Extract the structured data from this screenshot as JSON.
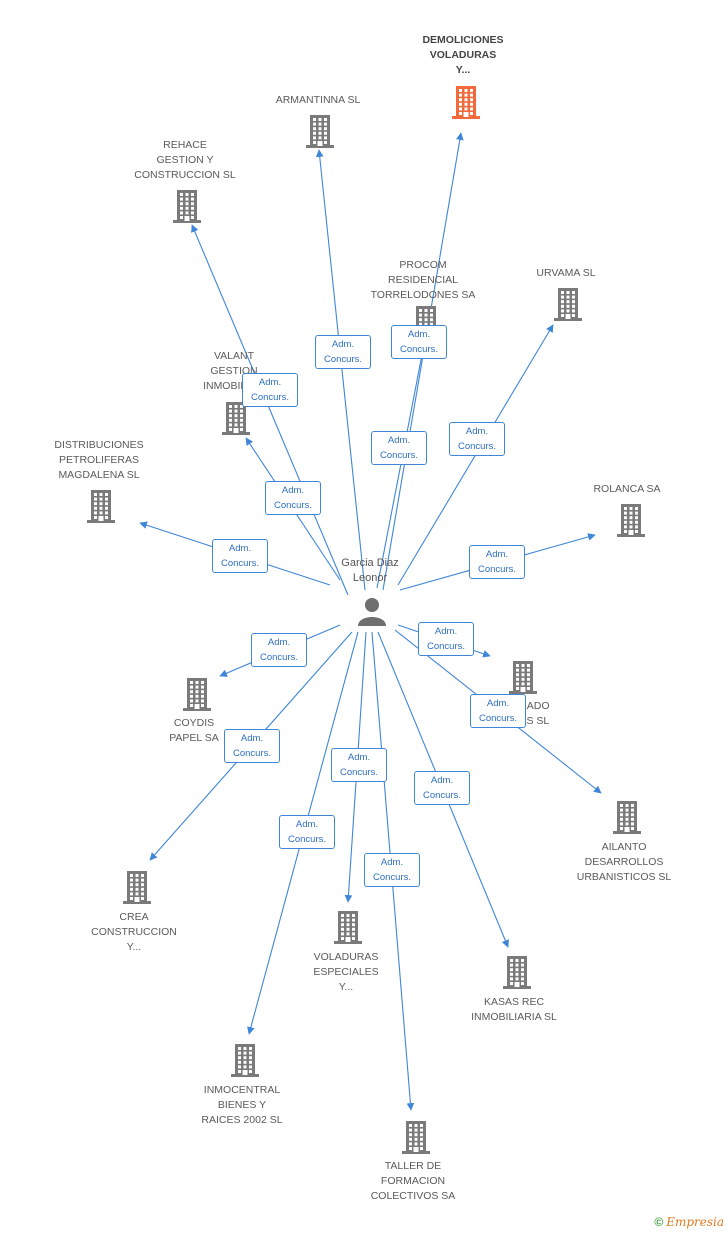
{
  "colors": {
    "edge": "#3f86d8",
    "node": "#7a7a7a",
    "highlight": "#f26a3c"
  },
  "center": {
    "name": "Garcia Diaz\nLeonor",
    "icon": "person-icon"
  },
  "edge_label": "Adm.\nConcurs.",
  "companies": [
    {
      "id": "demoliciones",
      "name": "DEMOLICIONES\nVOLADURAS\nY...",
      "highlight": true
    },
    {
      "id": "armantinna",
      "name": "ARMANTINNA SL"
    },
    {
      "id": "rehace",
      "name": "REHACE\nGESTION Y\nCONSTRUCCION SL"
    },
    {
      "id": "procom",
      "name": "PROCOM\nRESIDENCIAL\nTORRELODONES SA"
    },
    {
      "id": "urvama",
      "name": "URVAMA SL"
    },
    {
      "id": "valant",
      "name": "VALANT\nGESTION\nINMOBILIA..."
    },
    {
      "id": "distribuciones",
      "name": "DISTRIBUCIONES\nPETROLIFERAS\nMAGDALENA SL"
    },
    {
      "id": "rolanca",
      "name": "ROLANCA SA"
    },
    {
      "id": "coydis",
      "name": "COYDIS\nPAPEL SA"
    },
    {
      "id": "dorado",
      "name": "...RADO\n...AS SL"
    },
    {
      "id": "ailanto",
      "name": "AILANTO\nDESARROLLOS\nURBANISTICOS SL"
    },
    {
      "id": "crea",
      "name": "CREA\nCONSTRUCCION\nY..."
    },
    {
      "id": "voladuras",
      "name": "VOLADURAS\nESPECIALES\nY..."
    },
    {
      "id": "kasas",
      "name": "KASAS REC\nINMOBILIARIA SL"
    },
    {
      "id": "inmocentral",
      "name": "INMOCENTRAL\nBIENES Y\nRAICES 2002 SL"
    },
    {
      "id": "taller",
      "name": "TALLER DE\nFORMACION\nCOLECTIVOS SA"
    }
  ],
  "brand": {
    "copyright": "©",
    "name": "Empresia"
  }
}
